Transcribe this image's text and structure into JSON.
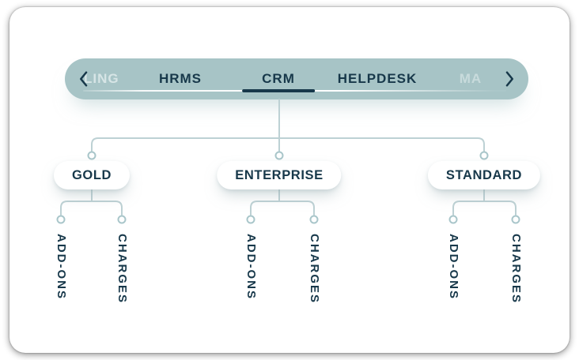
{
  "colors": {
    "pill_bg": "#a7c4c6",
    "dark_navy": "#17384a",
    "connector": "#bdd1d4",
    "ring": "#a9c6ca",
    "card_bg": "#ffffff",
    "faded_tab": "#e3eeee"
  },
  "nav": {
    "tabs": [
      {
        "label": "LING",
        "state": "truncated-faded"
      },
      {
        "label": "HRMS",
        "state": "default"
      },
      {
        "label": "CRM",
        "state": "active"
      },
      {
        "label": "HELPDESK",
        "state": "default"
      },
      {
        "label": "MA",
        "state": "truncated-faded"
      }
    ],
    "active_tab": "CRM"
  },
  "tree": {
    "nodes": [
      {
        "label": "GOLD",
        "children": [
          {
            "label": "ADD-ONS"
          },
          {
            "label": "CHARGES"
          }
        ]
      },
      {
        "label": "ENTERPRISE",
        "children": [
          {
            "label": "ADD-ONS"
          },
          {
            "label": "CHARGES"
          }
        ]
      },
      {
        "label": "STANDARD",
        "children": [
          {
            "label": "ADD-ONS"
          },
          {
            "label": "CHARGES"
          }
        ]
      }
    ]
  }
}
